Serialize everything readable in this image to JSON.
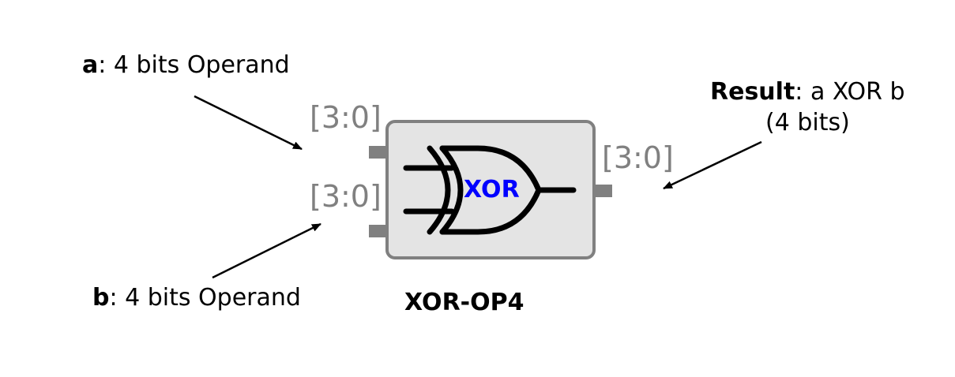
{
  "input_a": {
    "name": "a",
    "description": ": 4 bits  Operand",
    "bus_range": "[3:0]"
  },
  "input_b": {
    "name": "b",
    "description": ": 4 bits  Operand",
    "bus_range": "[3:0]"
  },
  "output": {
    "name": "Result",
    "description": ": a XOR b",
    "width_note": "(4 bits)",
    "bus_range": "[3:0]"
  },
  "block": {
    "gate_label": "XOR",
    "name": "XOR-OP4"
  },
  "colors": {
    "block_fill": "#e4e4e4",
    "block_border": "#808080",
    "pin": "#808080",
    "bus_text": "#808080",
    "gate_text": "#0000ff",
    "lines": "#000000"
  }
}
